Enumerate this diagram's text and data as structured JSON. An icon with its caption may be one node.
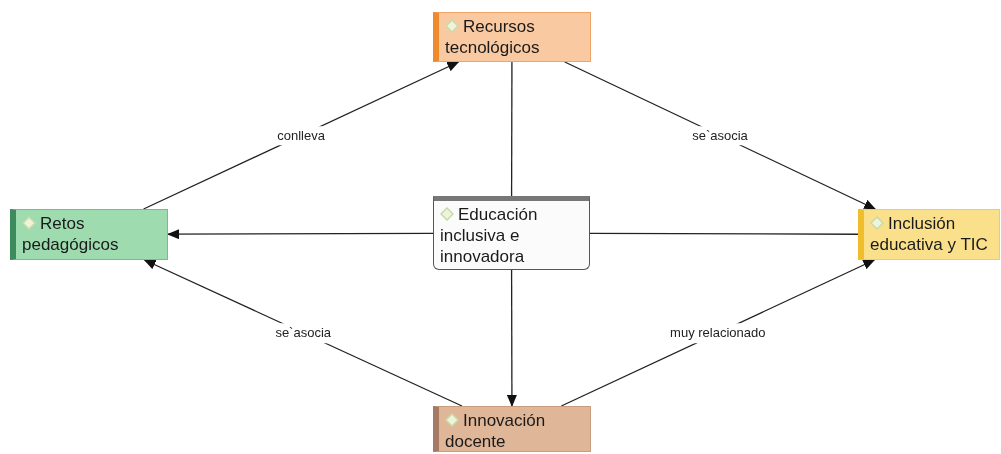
{
  "diagram": {
    "nodes": [
      {
        "text": [
          "Recursos tecnológicos"
        ]
      },
      {
        "text": [
          "Retos pedagógicos"
        ]
      },
      {
        "text": [
          "Educación inclusiva e innovadora"
        ]
      },
      {
        "text": [
          "Inclusión educativa y TIC"
        ]
      },
      {
        "text": [
          "Innovación docente"
        ]
      }
    ],
    "edges": [
      {
        "from": 1,
        "to": 0,
        "arrow": "to",
        "label": "conlleva"
      },
      {
        "from": 0,
        "to": 3,
        "arrow": "to",
        "label": "se`asocia"
      },
      {
        "from": 4,
        "to": 1,
        "arrow": "to",
        "label": "se`asocia"
      },
      {
        "from": 4,
        "to": 3,
        "arrow": "to",
        "label": "muy relacionado"
      },
      {
        "from": 0,
        "to": 2,
        "arrow": "none"
      },
      {
        "from": 2,
        "to": 1,
        "arrow": "to"
      },
      {
        "from": 3,
        "to": 2,
        "arrow": "none"
      },
      {
        "from": 2,
        "to": 4,
        "arrow": "to"
      }
    ]
  }
}
